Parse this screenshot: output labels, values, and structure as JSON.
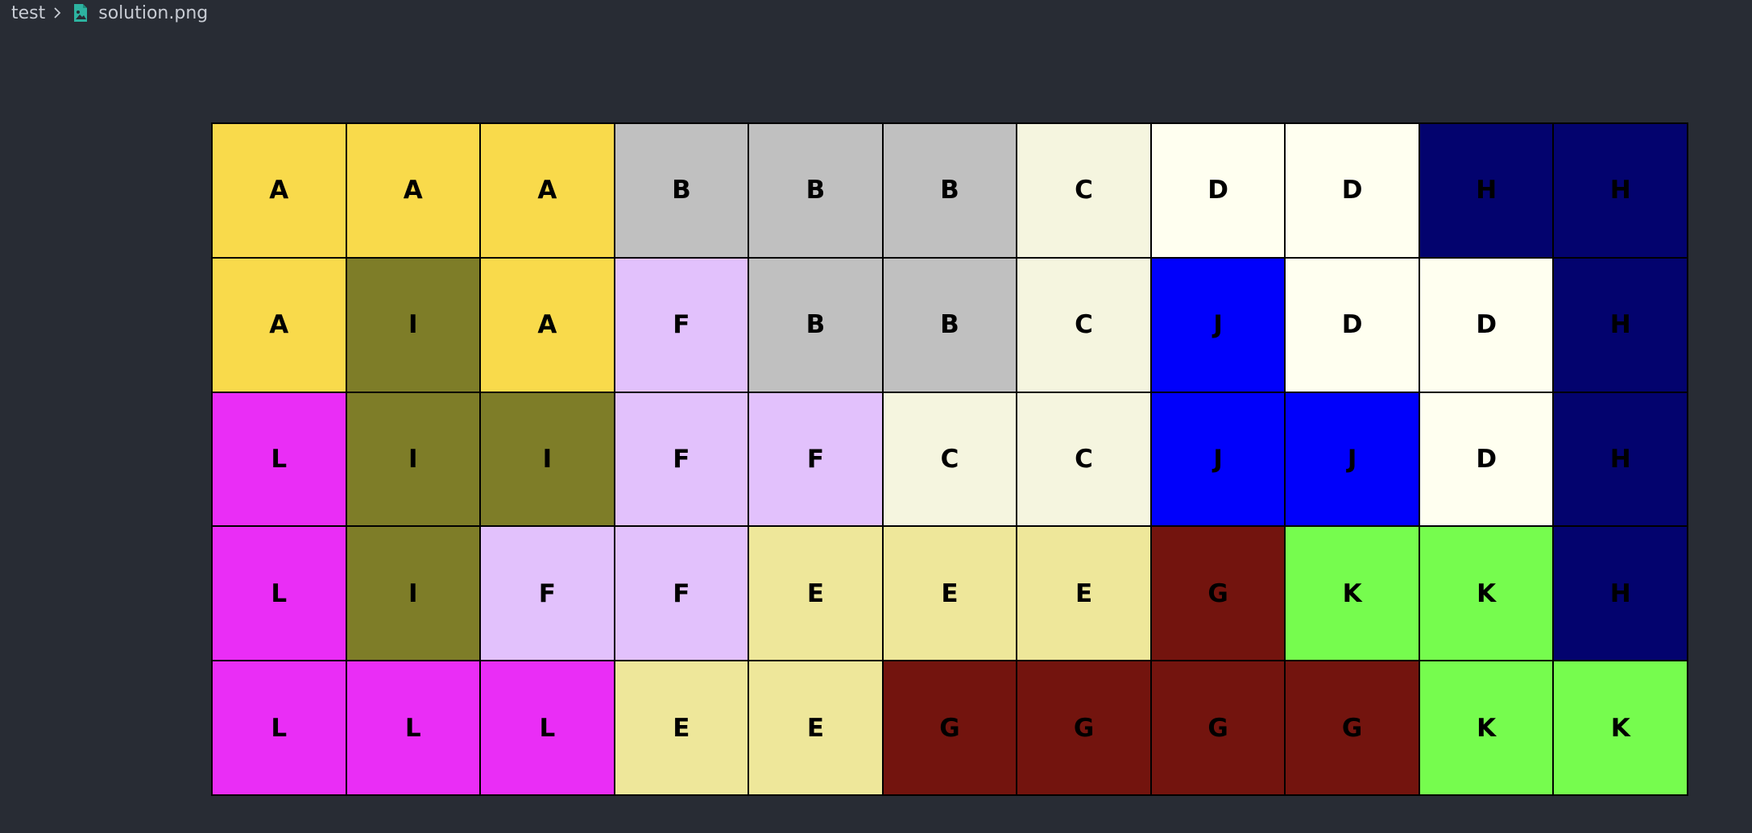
{
  "breadcrumb": {
    "folder": "test",
    "separator_icon": "chevron-right-icon",
    "file_icon": "image-file-icon",
    "file": "solution.png"
  },
  "colors": {
    "background": "#282c34",
    "breadcrumb_text": "#c8ccd4",
    "file_icon": "#2db3a0",
    "grid_lines": "#000000",
    "letter": "#000000"
  },
  "regions": {
    "A": "#f9da4b",
    "B": "#c0c0c0",
    "C": "#f5f5df",
    "D": "#fffff0",
    "E": "#eee79a",
    "F": "#e2c1fc",
    "G": "#73140e",
    "H": "#03036e",
    "I": "#7e7d28",
    "J": "#0000fb",
    "K": "#76fc4e",
    "L": "#ea2df6"
  },
  "grid": [
    [
      "A",
      "A",
      "A",
      "B",
      "B",
      "B",
      "C",
      "D",
      "D",
      "H",
      "H"
    ],
    [
      "A",
      "I",
      "A",
      "F",
      "B",
      "B",
      "C",
      "J",
      "D",
      "D",
      "H"
    ],
    [
      "L",
      "I",
      "I",
      "F",
      "F",
      "C",
      "C",
      "J",
      "J",
      "D",
      "H"
    ],
    [
      "L",
      "I",
      "F",
      "F",
      "E",
      "E",
      "E",
      "G",
      "K",
      "K",
      "H"
    ],
    [
      "L",
      "L",
      "L",
      "E",
      "E",
      "G",
      "G",
      "G",
      "G",
      "K",
      "K"
    ]
  ]
}
